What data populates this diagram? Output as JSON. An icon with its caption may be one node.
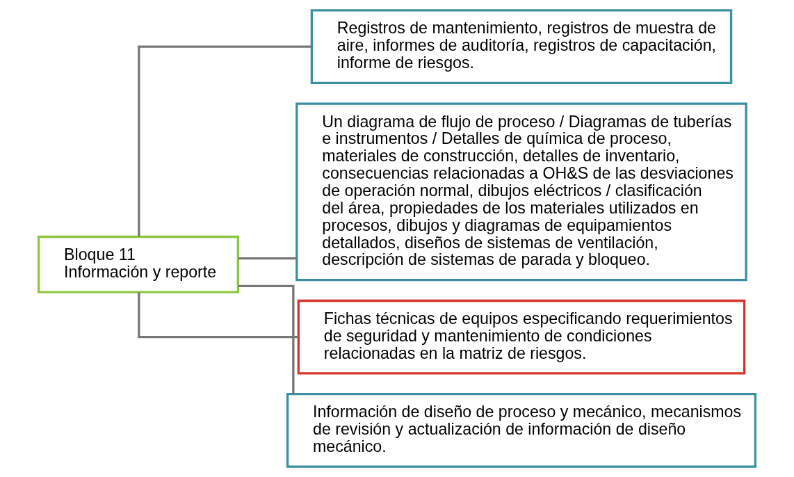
{
  "diagram": {
    "nodes": [
      {
        "text": [
          "Bloque 11",
          "Información y reporte"
        ]
      },
      {
        "text": [
          "Registros de mantenimiento, registros de muestra de aire, informes de auditoría, registros de capacitación, informe de riesgos."
        ]
      },
      {
        "text": [
          "Un diagrama de flujo de proceso / Diagramas de tuberías e instrumentos / Detalles de química de proceso, materiales de construcción, detalles de inventario, consecuencias relacionadas a OH&S de las desviaciones de operación normal, dibujos eléctricos / clasificación del área, propiedades de los materiales utilizados en procesos, dibujos y diagramas de equipamientos detallados, diseños de sistemas de ventilación, descripción de sistemas de parada y bloqueo."
        ]
      },
      {
        "text": [
          "Fichas técnicas de equipos especificando requerimientos de seguridad y mantenimiento de condiciones relacionadas en la matriz de riesgos."
        ]
      },
      {
        "text": [
          "Información de diseño de proceso y mecánico, mecanismos de revisión y actualización de información de diseño mecánico."
        ]
      }
    ],
    "edges": [
      {
        "from": 0,
        "to": 1,
        "arrow": "none"
      },
      {
        "from": 0,
        "to": 2,
        "arrow": "none"
      },
      {
        "from": 0,
        "to": 3,
        "arrow": "none"
      },
      {
        "from": 0,
        "to": 4,
        "arrow": "none"
      }
    ]
  }
}
